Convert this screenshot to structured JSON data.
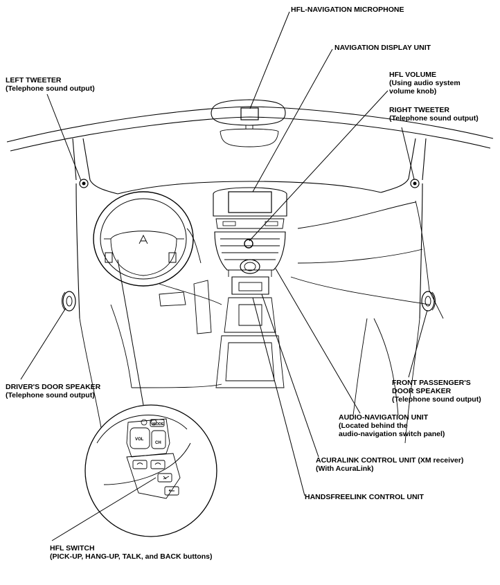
{
  "labels": {
    "microphone": "HFL-NAVIGATION MICROPHONE",
    "display_unit": "NAVIGATION DISPLAY UNIT",
    "hfl_volume": [
      "HFL VOLUME",
      "(Using audio system",
      "volume knob)"
    ],
    "left_tweeter": [
      "LEFT TWEETER",
      "(Telephone sound output)"
    ],
    "right_tweeter": [
      "RIGHT TWEETER",
      "(Telephone sound output)"
    ],
    "drivers_door_speaker": [
      "DRIVER'S DOOR SPEAKER",
      "(Telephone sound output)"
    ],
    "front_passenger_door_speaker": [
      "FRONT PASSENGER'S",
      "DOOR SPEAKER",
      "(Telephone sound output)"
    ],
    "audio_navigation_unit": [
      "AUDIO-NAVIGATION UNIT",
      "(Located behind the",
      "audio-navigation switch panel)"
    ],
    "acuralink_control_unit": [
      "ACURALINK CONTROL UNIT (XM receiver)",
      "(With AcuraLink)"
    ],
    "handsfreelink_control_unit": "HANDSFREELINK CONTROL UNIT",
    "hfl_switch": [
      "HFL SWITCH",
      "(PICK-UP, HANG-UP, TALK, and BACK buttons)"
    ]
  },
  "switch_panel": {
    "mode": "MODE",
    "vol": "VOL",
    "ch": "CH"
  }
}
